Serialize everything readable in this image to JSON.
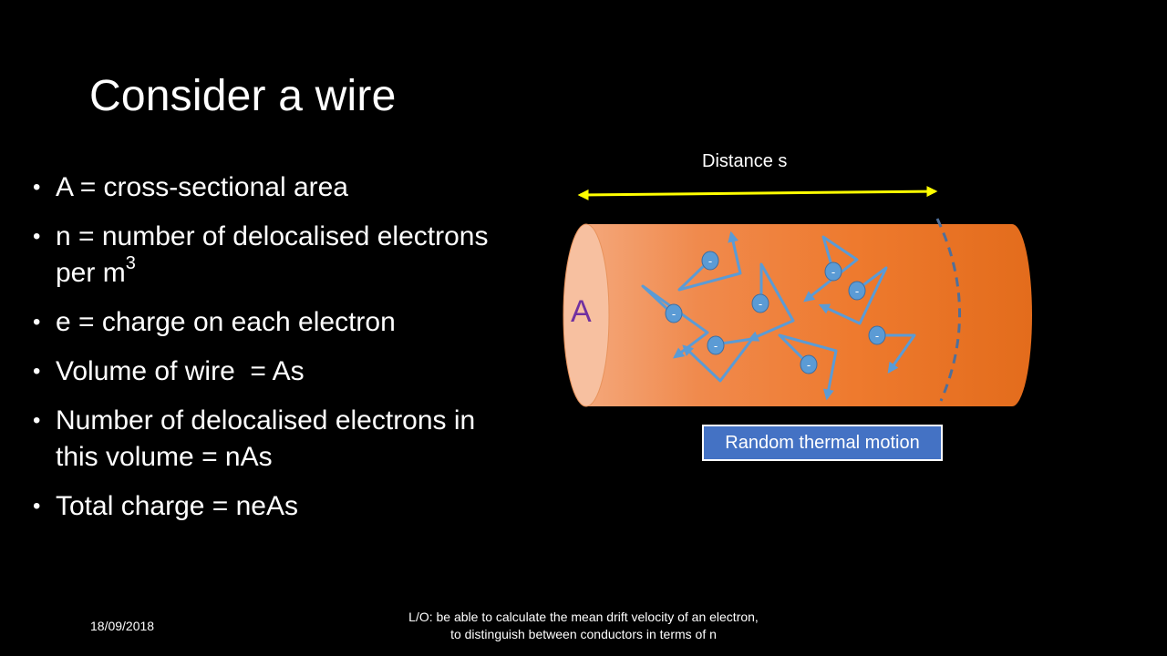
{
  "slide": {
    "title": "Consider a wire",
    "bullets": [
      {
        "text": "A = cross-sectional area"
      },
      {
        "text": "n = number of delocalised electrons per m",
        "sup": "3"
      },
      {
        "text": "e = charge on each electron"
      },
      {
        "text": "Volume of wire  = As"
      },
      {
        "text": "Number of delocalised electrons in this volume = nAs"
      },
      {
        "text": "Total charge = neAs"
      }
    ],
    "bullet_symbol": "•"
  },
  "diagram": {
    "distance_label": "Distance s",
    "area_label": "A",
    "caption": "Random thermal motion",
    "electron_sign": "-",
    "colors": {
      "wire_body": "#ed7d31",
      "wire_end": "#f7c4a5",
      "arrow": "#ffff00",
      "electron": "#5b9bd5",
      "area_label": "#7030a0",
      "caption_bg": "#4472c4"
    }
  },
  "footer": {
    "date": "18/09/2018",
    "lo_line1": "L/O: be able to calculate the mean drift velocity of an electron,",
    "lo_line2": "to distinguish between conductors in terms of n"
  }
}
